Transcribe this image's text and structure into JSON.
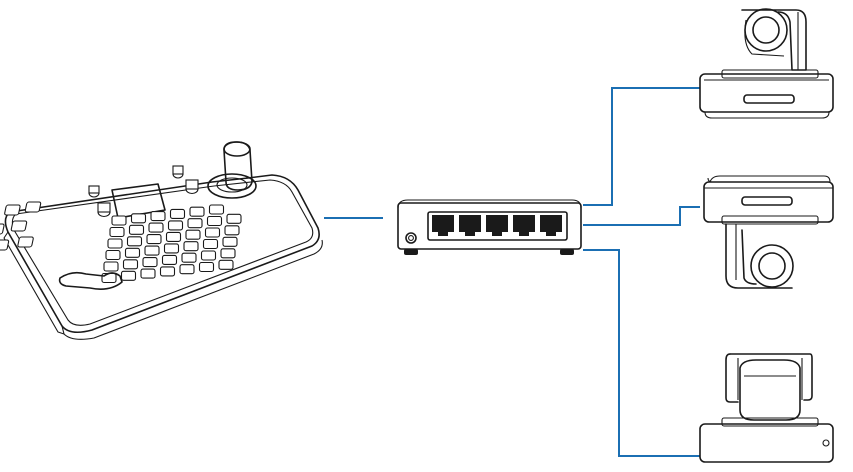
{
  "diagram": {
    "nodes": [
      {
        "id": "controller",
        "icon": "ptz-keyboard-controller-icon"
      },
      {
        "id": "switch",
        "icon": "network-switch-icon",
        "ports": 5
      },
      {
        "id": "camera_1",
        "icon": "ptz-camera-upright-icon"
      },
      {
        "id": "camera_2",
        "icon": "ptz-camera-inverted-icon"
      },
      {
        "id": "camera_3",
        "icon": "ptz-camera-side-icon"
      }
    ],
    "connections": [
      {
        "from": "controller",
        "to": "switch"
      },
      {
        "from": "switch",
        "to": "camera_1"
      },
      {
        "from": "switch",
        "to": "camera_2"
      },
      {
        "from": "switch",
        "to": "camera_3"
      }
    ]
  },
  "colors": {
    "link": "#1b6fb3",
    "outline": "#1a1a1a",
    "background": "#ffffff"
  }
}
